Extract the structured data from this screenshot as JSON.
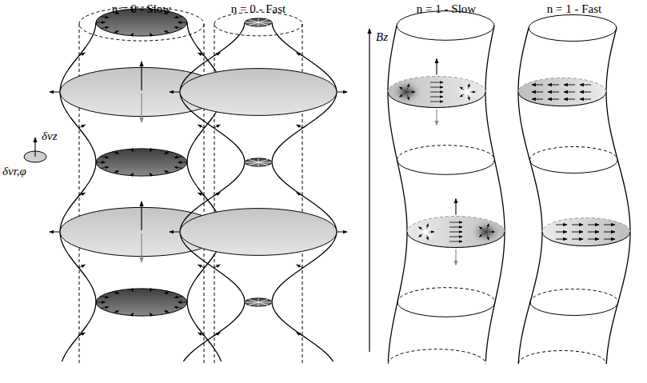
{
  "diagram": {
    "labels": [
      "n = 0 - Slow",
      "n = 0 - Fast",
      "n = 1 - Slow",
      "n = 1 - Fast",
      "Bz",
      "δvz",
      "δvr,φ"
    ]
  }
}
